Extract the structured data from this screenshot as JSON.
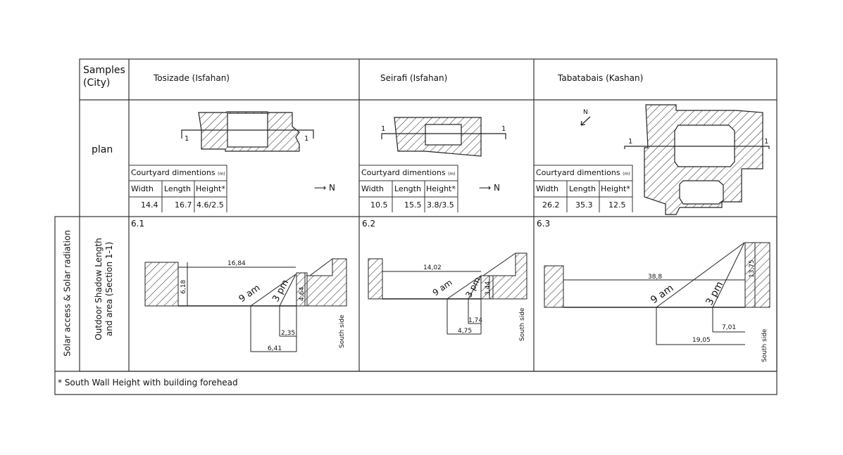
{
  "header": {
    "samples_label": "Samples",
    "city_label": "(City)",
    "samples": [
      "Tosizade  (Isfahan)",
      "Seirafi (Isfahan)",
      "Tabatabais (Kashan)"
    ]
  },
  "rows": {
    "plan_label": "plan",
    "group_label": "Solar access & Solar radiation",
    "section_label_line1": "Outdoor Shadow Length",
    "section_label_line2": "and area (Section 1-1)"
  },
  "dims_table": {
    "title": "Courtyard dimentions",
    "unit": "(m)",
    "headers": [
      "Width",
      "Length",
      "Height*"
    ],
    "values": [
      [
        "14.4",
        "16.7",
        "4.6/2.5"
      ],
      [
        "10.5",
        "15.5",
        "3.8/3.5"
      ],
      [
        "26.2",
        "35.3",
        "12.5"
      ]
    ]
  },
  "north_label": "N",
  "north_arrow": "⟶ N",
  "section_marker": "1",
  "sections": [
    {
      "id": "6.1",
      "width": "16,84",
      "wall_h": "6,18",
      "south_h": "4,64",
      "d3pm": "2,35",
      "d9am": "6,41"
    },
    {
      "id": "6.2",
      "width": "14,02",
      "south_h": "3,44",
      "d3pm": "1,74",
      "d9am": "4,75"
    },
    {
      "id": "6.3",
      "width": "38,8",
      "south_h": "13,75",
      "d3pm": "7,01",
      "d9am": "19,05"
    }
  ],
  "sun": {
    "am": "9 am",
    "pm": "3 pm"
  },
  "south_side": "South side",
  "footnote": "* South Wall Height with building forehead"
}
